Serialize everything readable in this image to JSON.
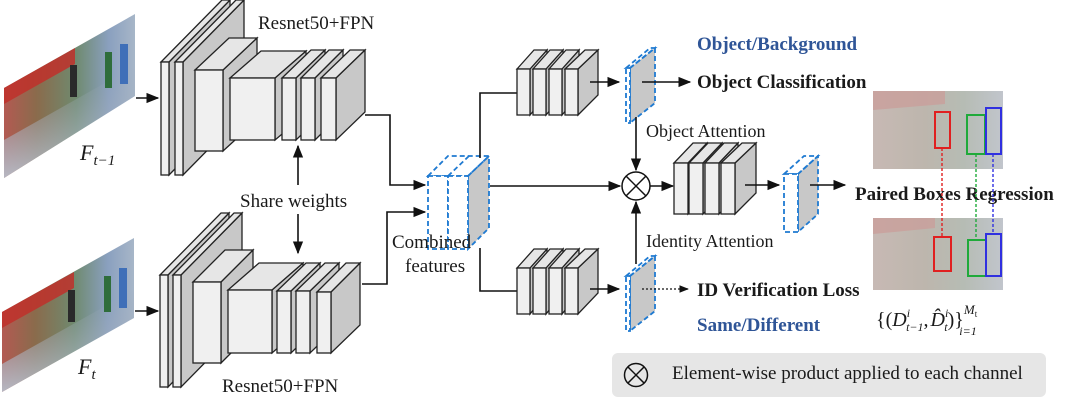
{
  "frames": {
    "prev_label": "F",
    "prev_subscript": "t−1",
    "curr_label": "F",
    "curr_subscript": "t"
  },
  "backbone": {
    "top_label": "Resnet50+FPN",
    "bottom_label": "Resnet50+FPN",
    "share_label": "Share weights"
  },
  "combined": {
    "label_line1": "Combined",
    "label_line2": "features"
  },
  "branches": {
    "object_head": "Object/Background",
    "object_output": "Object Classification",
    "object_attention": "Object Attention",
    "identity_attention": "Identity Attention",
    "id_output": "ID Verification Loss",
    "id_head": "Same/Different",
    "regression_output": "Paired Boxes Regression"
  },
  "output_formula": {
    "text": "{(D",
    "full": "{(Dⁱₜ₋₁, D̂ⁱₜ)}ᵢ₌₁^Mₜ",
    "set_open": "{(",
    "d_prev": "D",
    "sup_i": "i",
    "sub_prev": "t−1",
    "comma": ",",
    "d_hat": "D̂",
    "sub_curr": "t",
    "set_close": ")}",
    "sup_m": "M",
    "sup_m_sub": "t",
    "sub_range": "i=1"
  },
  "legend": {
    "symbol": "⊗",
    "text": "Element-wise product applied to each channel"
  },
  "colors": {
    "dashed_blue": "#1f7ad1",
    "label_blue": "#2f5597",
    "box_red": "#e02020",
    "box_green": "#1faa3a",
    "box_blue": "#3030e0",
    "legend_bg": "#e6e6e6"
  }
}
